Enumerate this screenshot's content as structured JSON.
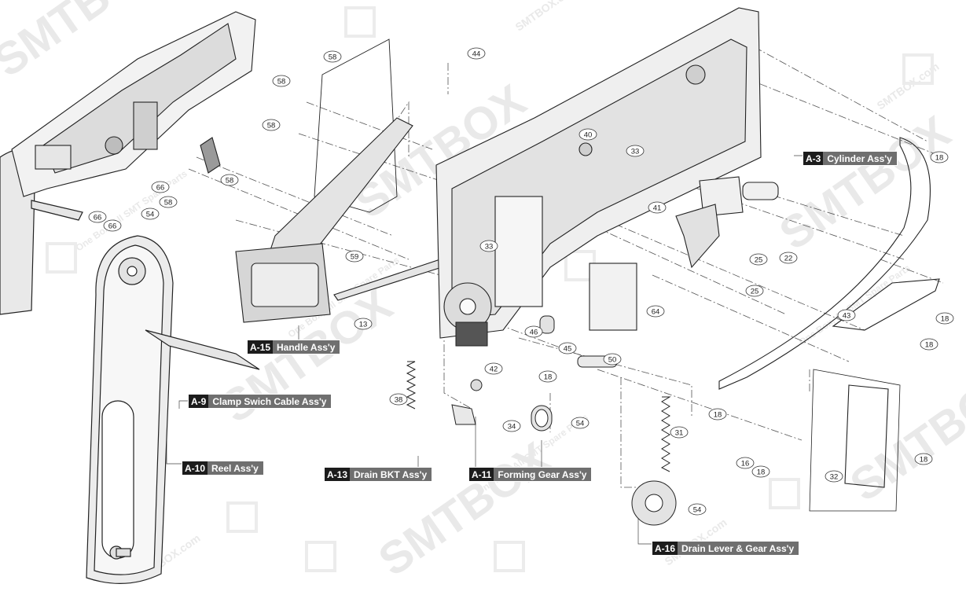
{
  "watermark": {
    "brand": "SMTBOX",
    "domain": "SMTBOX.com",
    "tagline": "One Box, All SMT Spare Parts"
  },
  "assemblies": [
    {
      "id": "a3",
      "code": "A-3",
      "name": "Cylinder Ass'y"
    },
    {
      "id": "a15",
      "code": "A-15",
      "name": "Handle Ass'y"
    },
    {
      "id": "a9",
      "code": "A-9",
      "name": "Clamp Swich Cable Ass'y"
    },
    {
      "id": "a10",
      "code": "A-10",
      "name": "Reel Ass'y"
    },
    {
      "id": "a13",
      "code": "A-13",
      "name": "Drain BKT Ass'y"
    },
    {
      "id": "a11",
      "code": "A-11",
      "name": "Forming Gear Ass'y"
    },
    {
      "id": "a16",
      "code": "A-16",
      "name": "Drain Lever & Gear Ass'y"
    }
  ],
  "parts": [
    "58",
    "58",
    "58",
    "58",
    "58",
    "44",
    "40",
    "33",
    "33",
    "66",
    "66",
    "66",
    "54",
    "54",
    "54",
    "59",
    "41",
    "25",
    "25",
    "22",
    "13",
    "46",
    "45",
    "42",
    "18",
    "18",
    "18",
    "18",
    "18",
    "18",
    "18",
    "50",
    "64",
    "43",
    "38",
    "34",
    "31",
    "16",
    "32"
  ]
}
